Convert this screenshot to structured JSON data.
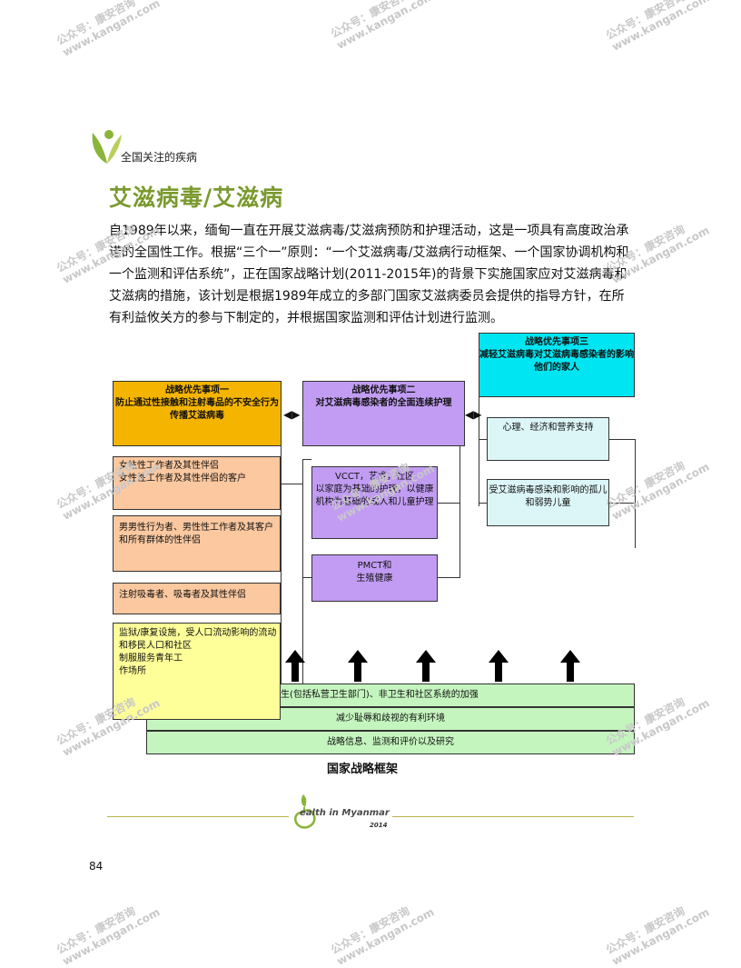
{
  "header": {
    "section_label": "全国关注的疾病",
    "title": "艾滋病毒/艾滋病"
  },
  "intro_text": "自1989年以来，缅甸一直在开展艾滋病毒/艾滋病预防和护理活动，这是一项具有高度政治承诺的全国性工作。根据“三个一”原则：“一个艾滋病毒/艾滋病行动框架、一个国家协调机构和一个监测和评估系统”，正在国家战略计划(2011-2015年)的背景下实施国家应对艾滋病毒和艾滋病的措施，该计划是根据1989年成立的多部门国家艾滋病委员会提供的指导方针，在所有利益攸关方的参与下制定的，并根据国家监测和评估计划进行监测。",
  "diagram": {
    "priority1": "战略优先事项一\n防止通过性接触和注射毒品的不安全行为传播艾滋病毒",
    "priority2": "战略优先事项二\n对艾滋病毒感染者的全面连续护理",
    "priority3": "战略优先事项三\n减轻艾滋病毒对艾滋病毒感染者的影响\n他们的家人",
    "care_support": "心理、经济和营养支持",
    "orphans": "受艾滋病毒感染和影响的孤儿和弱势儿童",
    "pop_sex_workers": "女性性工作者及其性伴侣\n女性性工作者及其性伴侣的客户",
    "pop_msm": "男男性行为者、男性性工作者及其客户和所有群体的性伴侣",
    "pop_pwid": "注射吸毒者、吸毒者及其性伴侣",
    "pop_other": "监狱/康复设施，受人口流动影响的流动和移民人口和社区\n制服服务青年工\n作场所",
    "care_vcct": "VCCT，艺术，社区\n以家庭为基础的护理，以健康机构为基础的成人和儿童护理",
    "pmct": "PMCT和\n生殖健康",
    "foundation1": "卫生(包括私营卫生部门)、非卫生和社区系统的加强",
    "foundation2": "减少耻辱和歧视的有利环境",
    "foundation3": "战略信息、监测和评价以及研究",
    "caption": "国家战略框架"
  },
  "footer": {
    "brand": "ealth in Myanmar",
    "year": "2014",
    "page_number": "84"
  },
  "watermark": {
    "line1": "公众号：康安咨询",
    "line2": "www.kangan.com"
  },
  "colors": {
    "title_green": "#7a9a2e",
    "priority1": "#f5b400",
    "priority2": "#c19cf2",
    "priority3": "#00e5f2",
    "population": "#fbc8a0",
    "foundation": "#c5f5bf"
  }
}
